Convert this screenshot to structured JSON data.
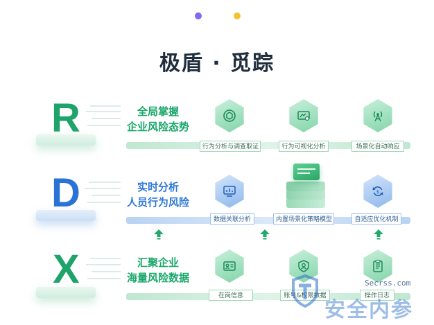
{
  "title": "极盾 · 觅踪",
  "colors": {
    "green": "#19a76a",
    "blue": "#2e78d8",
    "dot_purple": "#7b6bf0",
    "dot_yellow": "#f2c230",
    "title": "#1f2d3d"
  },
  "rows": [
    {
      "letter": "R",
      "subtitle_line1": "全局掌握",
      "subtitle_line2": "企业风险态势",
      "tags": [
        "行为分析与调查取证",
        "行为可视化分析",
        "场景化自动响应"
      ],
      "icons": [
        "cube-icon",
        "chart-eye-icon",
        "broadcast-tower-icon"
      ]
    },
    {
      "letter": "D",
      "subtitle_line1": "实时分析",
      "subtitle_line2": "人员行为风险",
      "tags": [
        "数据关联分析",
        "内置场景化策略模型",
        "自适应优化机制"
      ],
      "icons": [
        "monitor-chart-icon",
        "layers-stack-icon",
        "sync-cycle-icon"
      ]
    },
    {
      "letter": "X",
      "subtitle_line1": "汇聚企业",
      "subtitle_line2": "海量风险数据",
      "tags": [
        "在岗信息",
        "账号&权限数据",
        "操作日志"
      ],
      "icons": [
        "id-card-icon",
        "user-shield-icon",
        "document-log-icon"
      ]
    }
  ],
  "watermark": {
    "site": "Secrss.com",
    "brand": "安全内参"
  }
}
